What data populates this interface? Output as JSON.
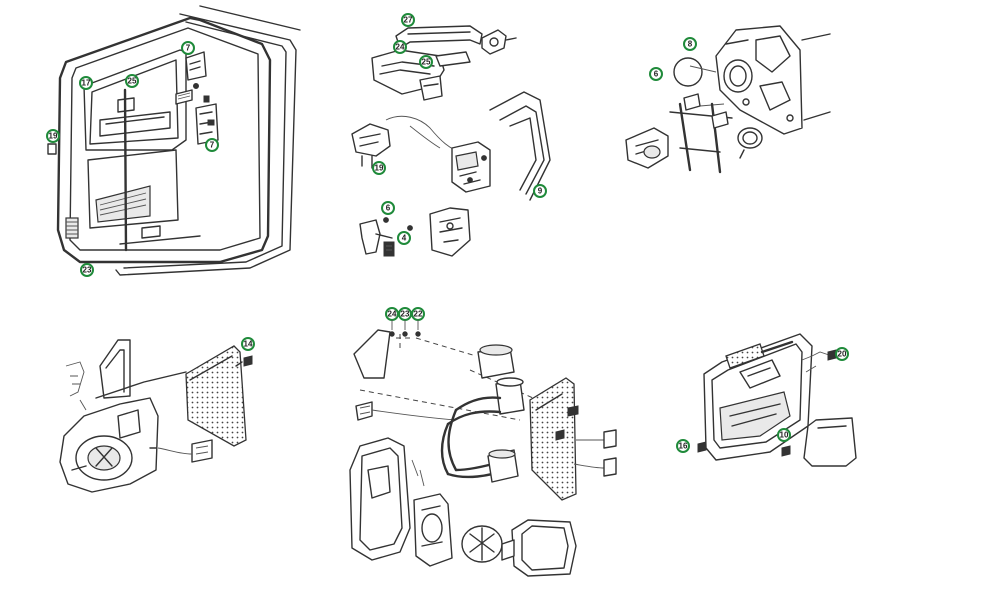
{
  "diagram": {
    "accent_color": "#1f8a3a",
    "panels": [
      {
        "id": "side-door-assembly",
        "callouts": [
          "19",
          "17",
          "25",
          "7",
          "7",
          "23"
        ]
      },
      {
        "id": "handle-and-lock",
        "callouts": [
          "27",
          "24",
          "25",
          "19",
          "9",
          "6",
          "4"
        ]
      },
      {
        "id": "window-regulator",
        "callouts": [
          "8",
          "6"
        ]
      },
      {
        "id": "mirror-mount",
        "callouts": [
          "14"
        ]
      },
      {
        "id": "mirror-assembly",
        "callouts": [
          "24",
          "23",
          "22"
        ]
      },
      {
        "id": "door-trim",
        "callouts": [
          "20",
          "16",
          "10"
        ]
      }
    ]
  }
}
